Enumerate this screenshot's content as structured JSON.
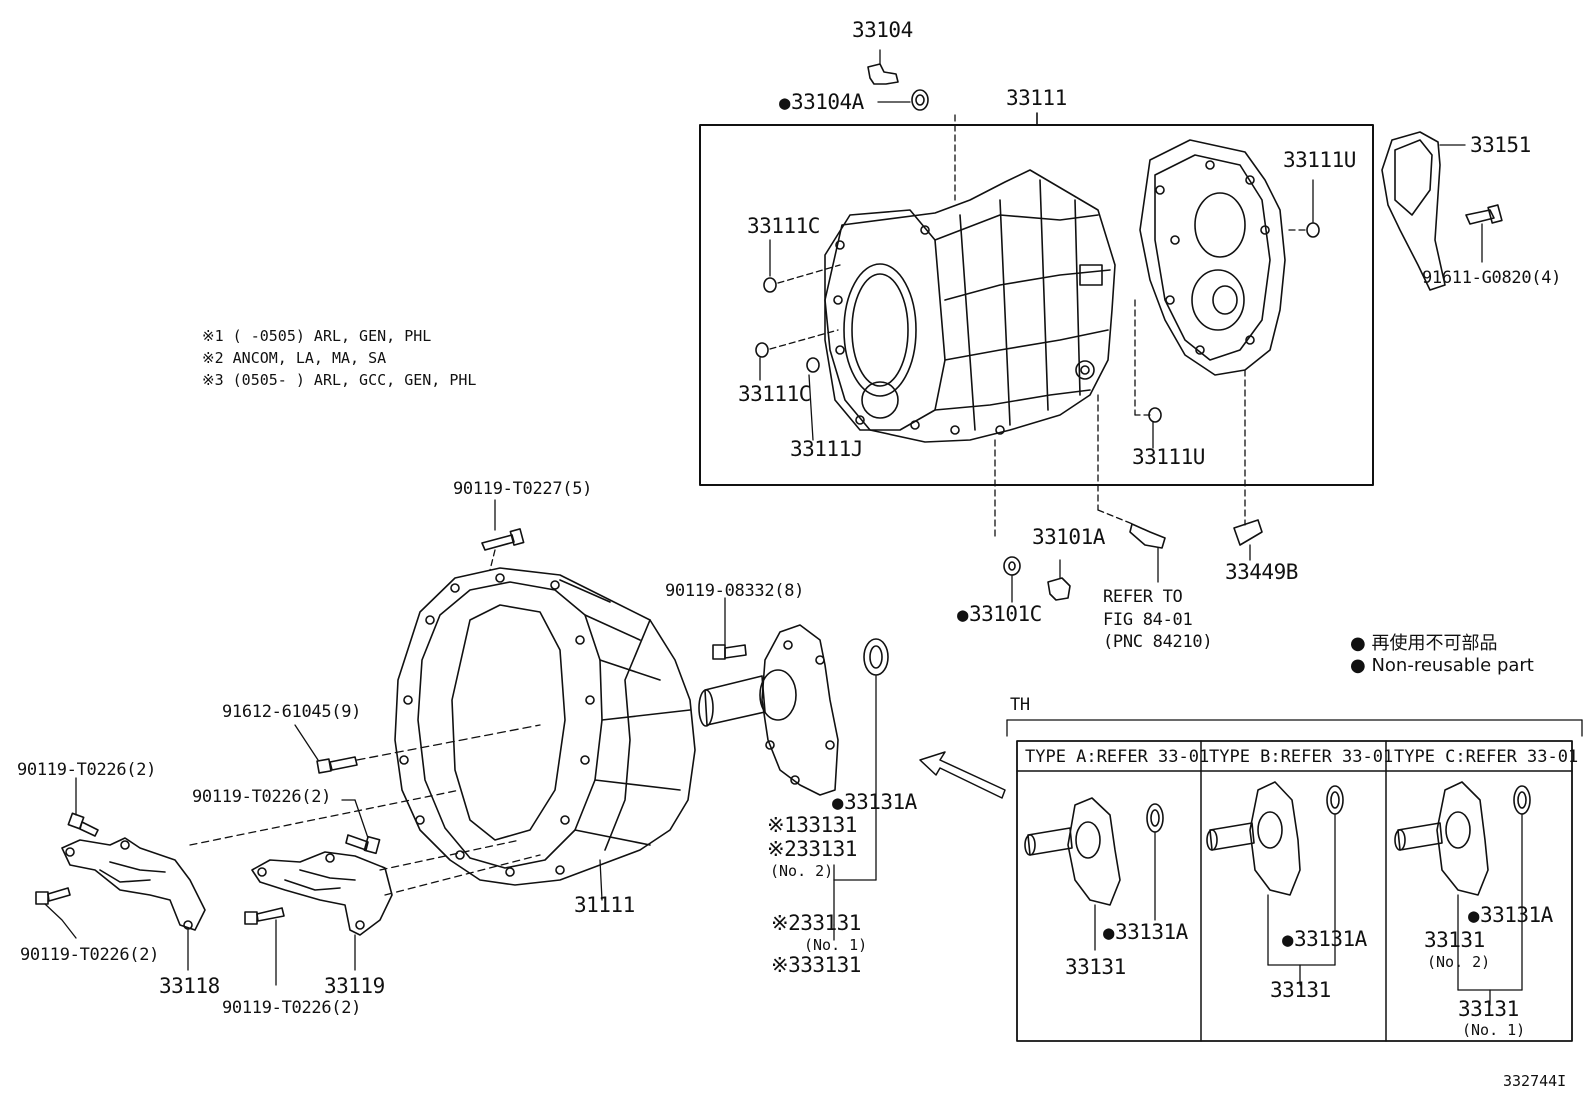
{
  "notes": {
    "n1": "※1 (       -0505) ARL, GEN, PHL",
    "n2": "※2 ANCOM, LA, MA, SA",
    "n3": "※3 (0505-        ) ARL, GCC, GEN, PHL"
  },
  "parts": {
    "p33104": "33104",
    "p33104A": "33104A",
    "p33111": "33111",
    "p33151": "33151",
    "p33111U_top": "33111U",
    "p33111C_a": "33111C",
    "p33111C_b": "33111C",
    "p33111J": "33111J",
    "p33111U_bot": "33111U",
    "p91611": "91611-G0820(4)",
    "p90119_T0227": "90119-T0227(5)",
    "p33101A": "33101A",
    "p33101C": "33101C",
    "p33449B": "33449B",
    "refer1": "REFER TO",
    "refer2": "FIG 84-01",
    "refer3": "(PNC 84210)",
    "p90119_08332": "90119-08332(8)",
    "p91612": "91612-61045(9)",
    "p90119_T0226_a": "90119-T0226(2)",
    "p90119_T0226_b": "90119-T0226(2)",
    "p90119_T0226_c": "90119-T0226(2)",
    "p90119_T0226_d": "90119-T0226(2)",
    "p33131A": "33131A",
    "p33131_n1": "※133131",
    "p33131_n2": "※233131",
    "no2": "(No. 2)",
    "p33131_n3": "※233131",
    "no1": "(No. 1)",
    "p33131_n4": "※333131",
    "p31111": "31111",
    "p33118": "33118",
    "p33119": "33119"
  },
  "legend": {
    "jp": "再使用不可部品",
    "en": "Non-reusable part"
  },
  "th": {
    "label": "TH",
    "typeA": "TYPE A:REFER 33-01",
    "typeB": "TYPE B:REFER 33-01",
    "typeC": "TYPE C:REFER 33-01",
    "a_33131A": "33131A",
    "a_33131": "33131",
    "b_33131A": "33131A",
    "b_33131": "33131",
    "c_33131A": "33131A",
    "c_33131": "33131",
    "c_no2": "(No. 2)",
    "c_33131b": "33131",
    "c_no1": "(No. 1)"
  },
  "figure_number": "332744I"
}
